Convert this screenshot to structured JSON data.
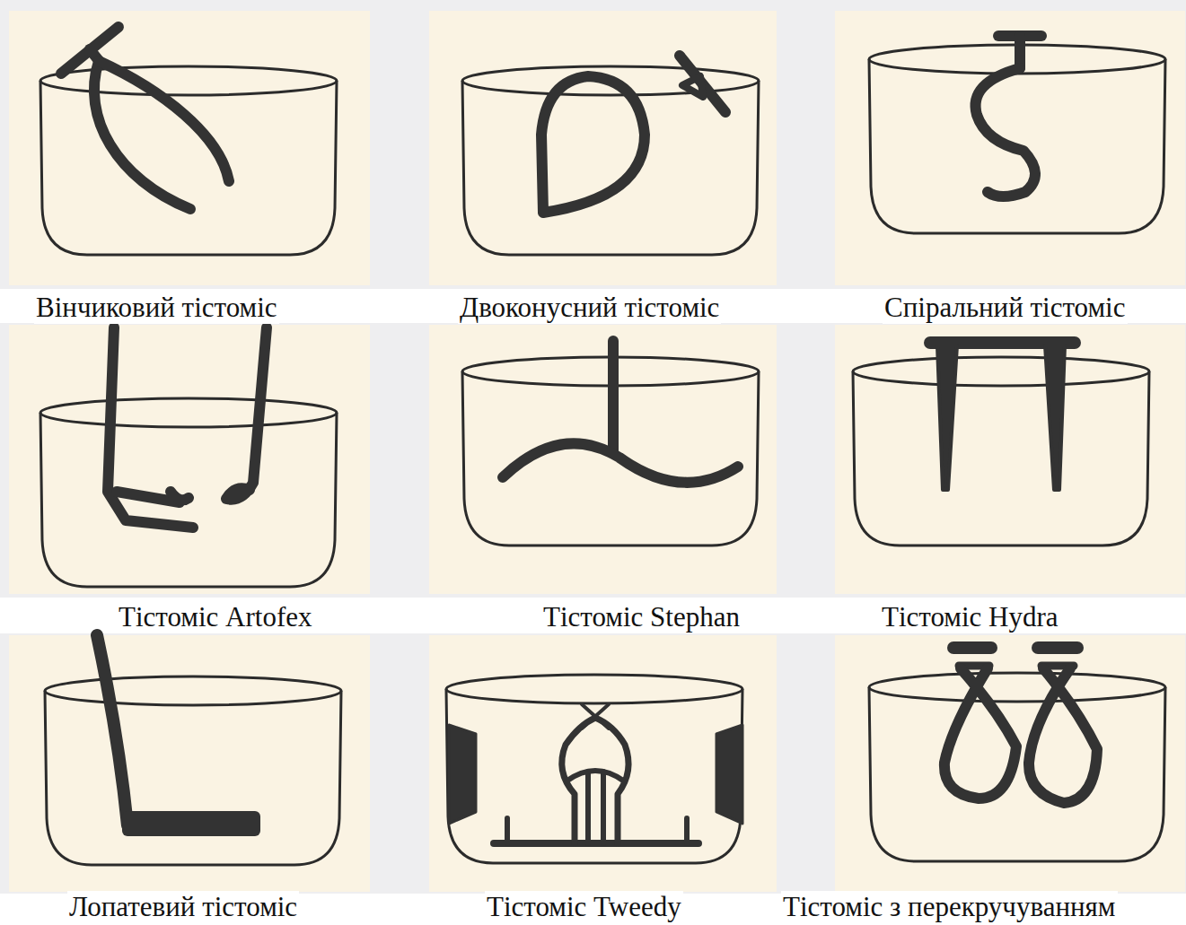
{
  "diagram": {
    "labels": [
      "Вінчиковий тістоміс",
      "Двоконусний тістоміс",
      "Спіральний тістоміс",
      "Тістоміс Artofex",
      "Тістоміс Stephan",
      "Тістоміс Hydra",
      "Лопатевий тістоміс",
      "Тістоміс Tweedy",
      "Тістоміс з перекручуванням"
    ]
  }
}
